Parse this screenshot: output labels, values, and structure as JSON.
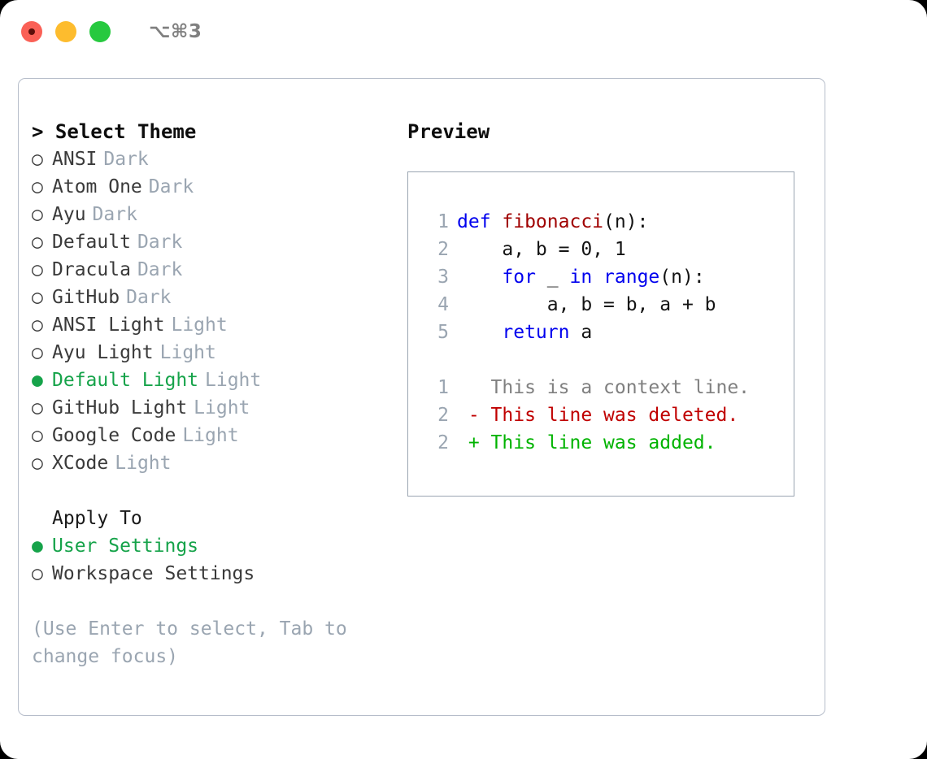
{
  "titlebar": {
    "shortcut": "⌥⌘3",
    "buttons": {
      "close": "close",
      "minimize": "minimize",
      "maximize": "maximize"
    }
  },
  "theme_list": {
    "header": "> Select Theme",
    "marker_selected": "●",
    "marker_unselected": "○",
    "options": [
      {
        "label": "ANSI",
        "tag": "Dark",
        "selected": false
      },
      {
        "label": "Atom One",
        "tag": "Dark",
        "selected": false
      },
      {
        "label": "Ayu",
        "tag": "Dark",
        "selected": false
      },
      {
        "label": "Default",
        "tag": "Dark",
        "selected": false
      },
      {
        "label": "Dracula",
        "tag": "Dark",
        "selected": false
      },
      {
        "label": "GitHub",
        "tag": "Dark",
        "selected": false
      },
      {
        "label": "ANSI Light",
        "tag": "Light",
        "selected": false
      },
      {
        "label": "Ayu Light",
        "tag": "Light",
        "selected": false
      },
      {
        "label": "Default Light",
        "tag": "Light",
        "selected": true
      },
      {
        "label": "GitHub Light",
        "tag": "Light",
        "selected": false
      },
      {
        "label": "Google Code",
        "tag": "Light",
        "selected": false
      },
      {
        "label": "XCode",
        "tag": "Light",
        "selected": false
      }
    ]
  },
  "apply_to": {
    "title": "Apply To",
    "options": [
      {
        "label": "User Settings",
        "selected": true
      },
      {
        "label": "Workspace Settings",
        "selected": false
      }
    ]
  },
  "hint": "(Use Enter to select, Tab to change focus)",
  "preview": {
    "header": "Preview",
    "code_lines": [
      {
        "no": "1",
        "tokens": [
          {
            "t": "def ",
            "c": "kw"
          },
          {
            "t": "fibonacci",
            "c": "fn"
          },
          {
            "t": "(n):",
            "c": "pl"
          }
        ]
      },
      {
        "no": "2",
        "tokens": [
          {
            "t": "    a, b = 0, 1",
            "c": "pl"
          }
        ]
      },
      {
        "no": "3",
        "tokens": [
          {
            "t": "    ",
            "c": "pl"
          },
          {
            "t": "for",
            "c": "kw"
          },
          {
            "t": " _ ",
            "c": "pl"
          },
          {
            "t": "in",
            "c": "kw"
          },
          {
            "t": " ",
            "c": "pl"
          },
          {
            "t": "range",
            "c": "kw"
          },
          {
            "t": "(n):",
            "c": "pl"
          }
        ]
      },
      {
        "no": "4",
        "tokens": [
          {
            "t": "        a, b = b, a + b",
            "c": "pl"
          }
        ]
      },
      {
        "no": "5",
        "tokens": [
          {
            "t": "    ",
            "c": "pl"
          },
          {
            "t": "return",
            "c": "kw"
          },
          {
            "t": " a",
            "c": "pl"
          }
        ]
      }
    ],
    "diff_lines": [
      {
        "no": "1",
        "tokens": [
          {
            "t": "   This is a context line.",
            "c": "ctx"
          }
        ]
      },
      {
        "no": "2",
        "tokens": [
          {
            "t": " - This line was deleted.",
            "c": "del"
          }
        ]
      },
      {
        "no": "2",
        "tokens": [
          {
            "t": " + This line was added.",
            "c": "add"
          }
        ]
      }
    ]
  },
  "colors": {
    "accent_green": "#16a34a",
    "tag_gray": "#9aa5b1",
    "keyword_blue": "#0000ee",
    "function_red": "#a00000",
    "diff_deleted": "#c00000",
    "diff_added": "#00b300",
    "border": "#b6bdca",
    "traffic_close": "#fa6056",
    "traffic_min": "#fdbc2e",
    "traffic_max": "#27c93f"
  }
}
